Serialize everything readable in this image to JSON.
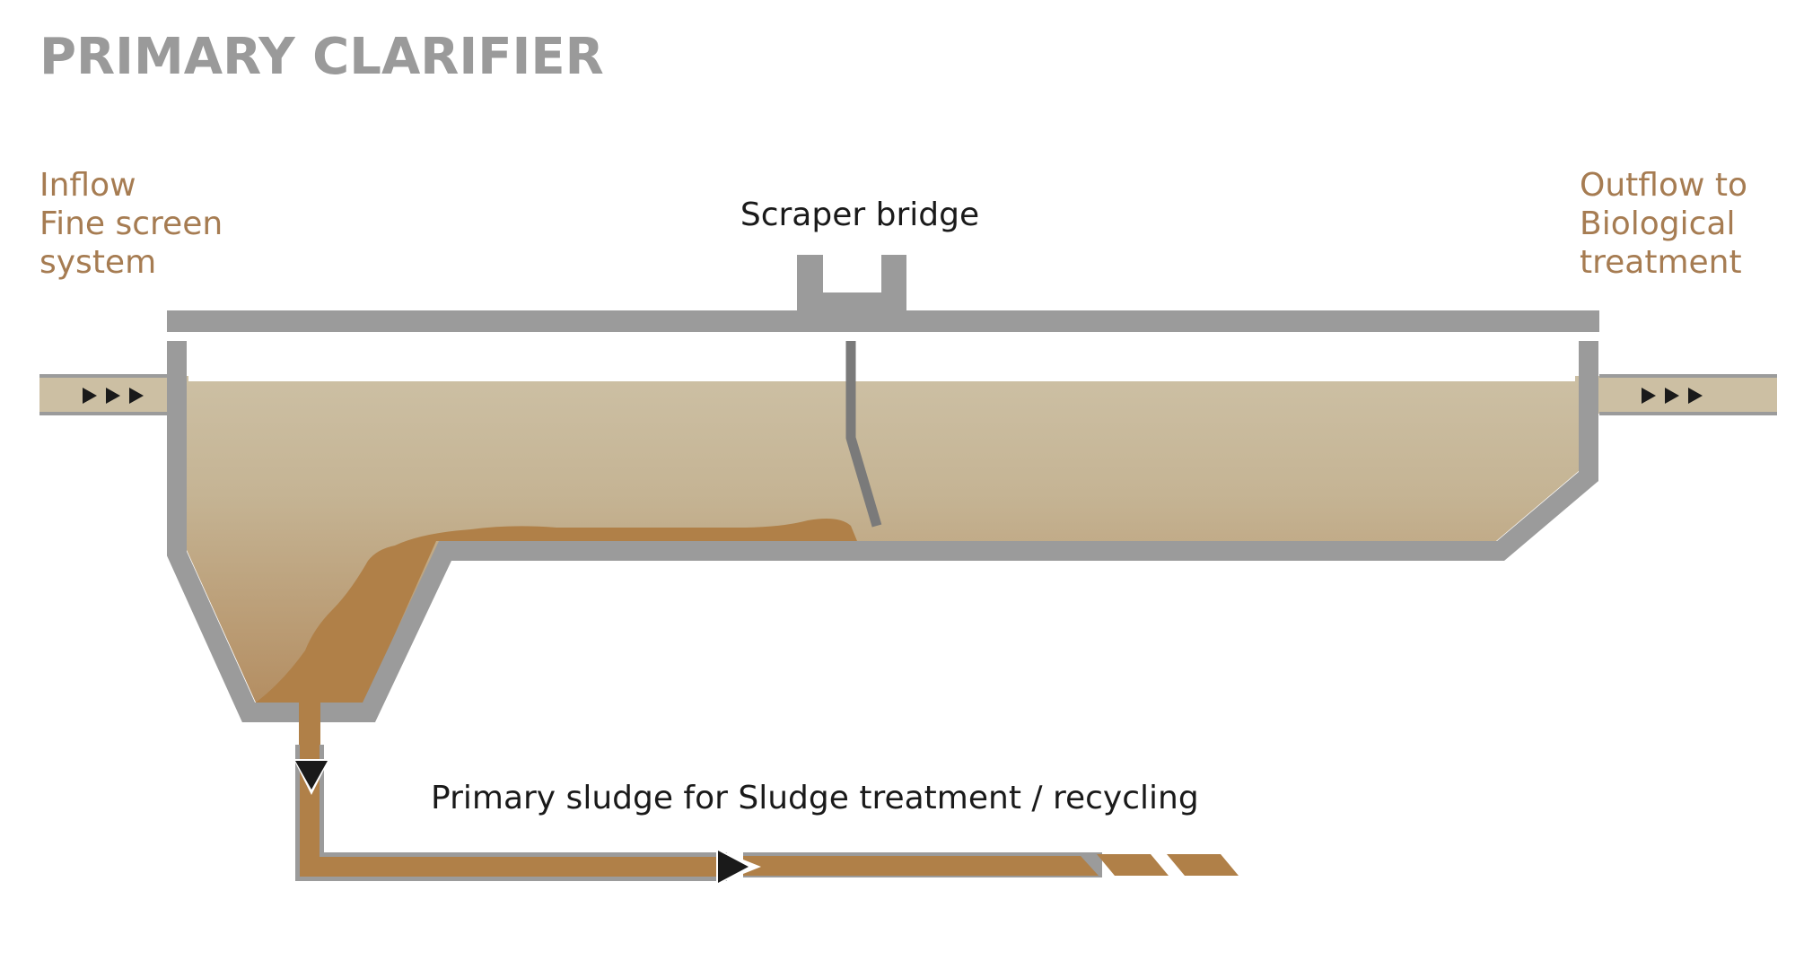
{
  "title": "PRIMARY CLARIFIER",
  "labels": {
    "inflow": [
      "Inflow",
      "Fine screen",
      "system"
    ],
    "outflow": [
      "Outflow to",
      "Biological",
      "treatment"
    ],
    "scraper_bridge": "Scraper bridge",
    "primary_sludge": "Primary sludge for Sludge treatment / recycling"
  },
  "colors": {
    "title": "#9a9a9a",
    "label_brown": "#a67c52",
    "label_black": "#1a1a1a",
    "wall_gray": "#9b9b9b",
    "water_top": "#ccbfa3",
    "water_bottom": "#b99a72",
    "sludge": "#b08048",
    "arrow": "#1a1a1a"
  },
  "icons": {
    "inflow_arrows": "play-triangle-icon",
    "outflow_arrows": "play-triangle-icon",
    "sludge_arrow_down": "triangle-down-icon",
    "sludge_arrow_right": "triangle-right-icon"
  }
}
